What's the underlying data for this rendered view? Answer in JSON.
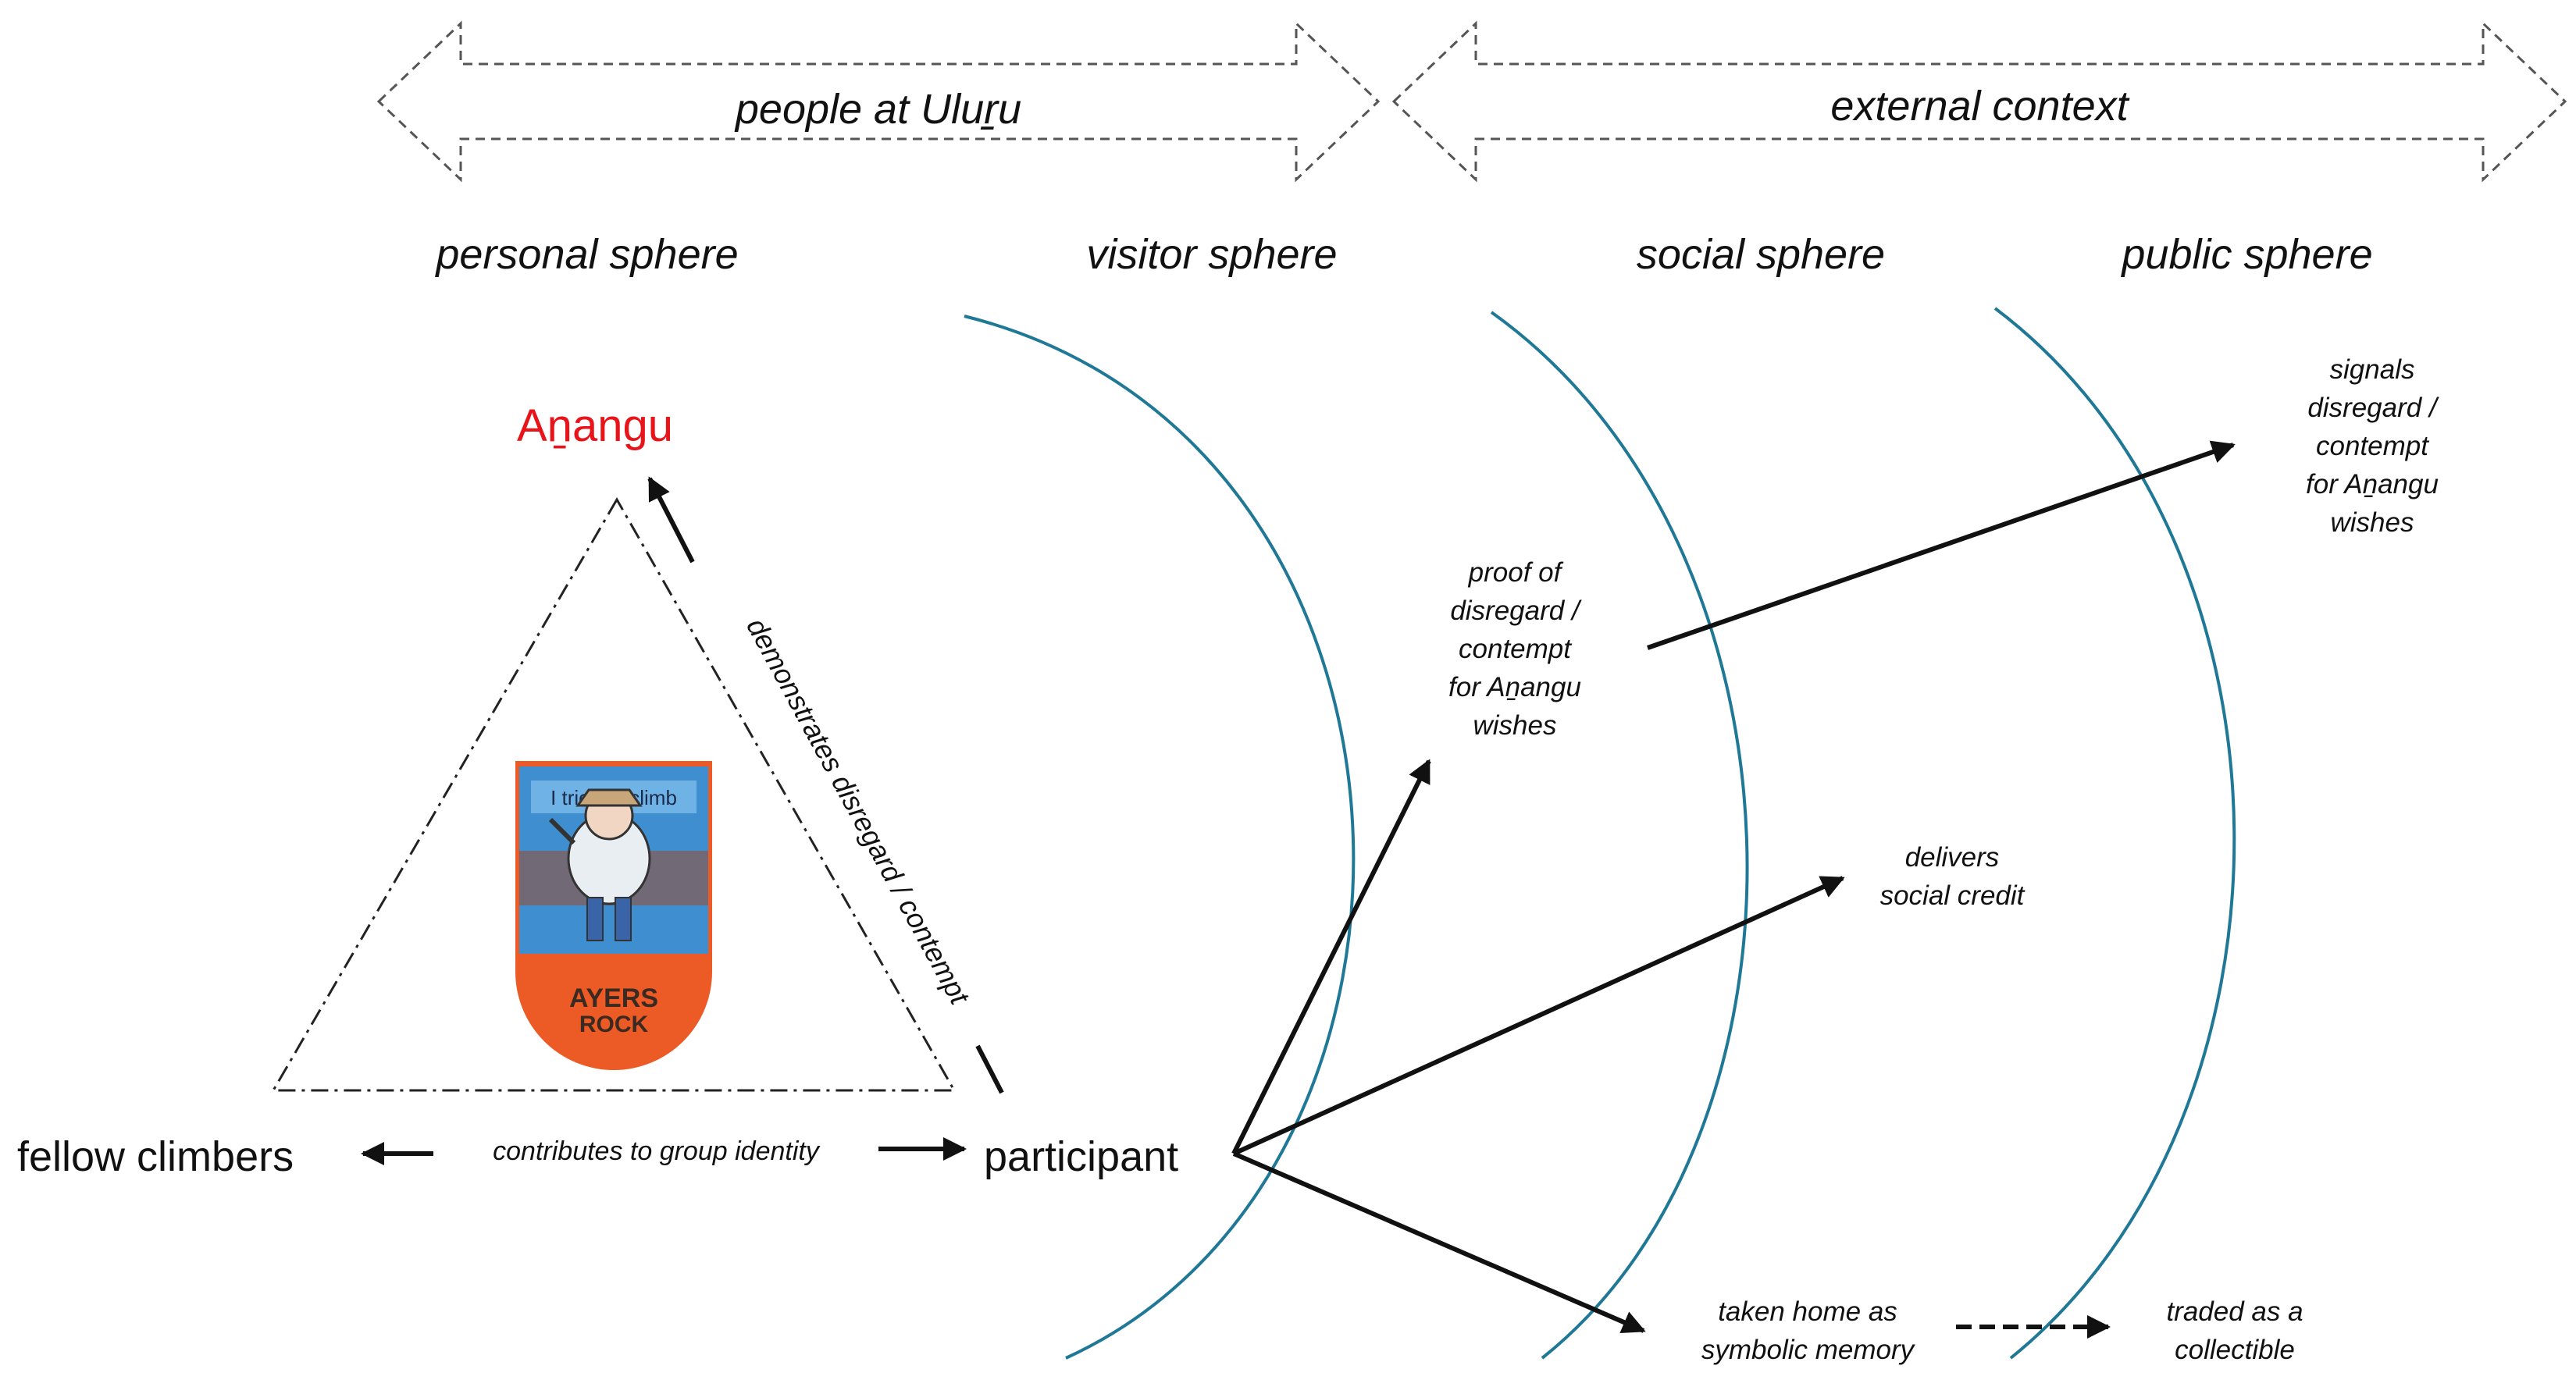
{
  "header": {
    "left_arrow_label": "people at Uluṟu",
    "right_arrow_label": "external context"
  },
  "spheres": {
    "personal": "personal sphere",
    "visitor": "visitor sphere",
    "social": "social sphere",
    "public": "public sphere"
  },
  "actors": {
    "anangu": "Aṉangu",
    "fellow_climbers": "fellow climbers",
    "participant": "participant"
  },
  "edges": {
    "triangle_side": "demonstrates disregard / contempt",
    "group_identity": "contributes to group identity"
  },
  "outcomes": {
    "proof": [
      "proof of",
      "disregard /",
      "contempt",
      "for Aṉangu",
      "wishes"
    ],
    "signals": [
      "signals",
      "disregard /",
      "contempt",
      "for Aṉangu",
      "wishes"
    ],
    "social_credit": [
      "delivers",
      "social credit"
    ],
    "taken_home": [
      "taken home as",
      "symbolic memory"
    ],
    "traded": [
      "traded as a",
      "collectible"
    ]
  },
  "badge": {
    "top_text": "I tried to climb",
    "bottom_line1": "AYERS",
    "bottom_line2": "ROCK"
  },
  "colors": {
    "anangu": "#e8141a",
    "sphere_arcs": "#1f7896",
    "badge_blue": "#3f8fd0",
    "badge_orange": "#ec5a26"
  }
}
